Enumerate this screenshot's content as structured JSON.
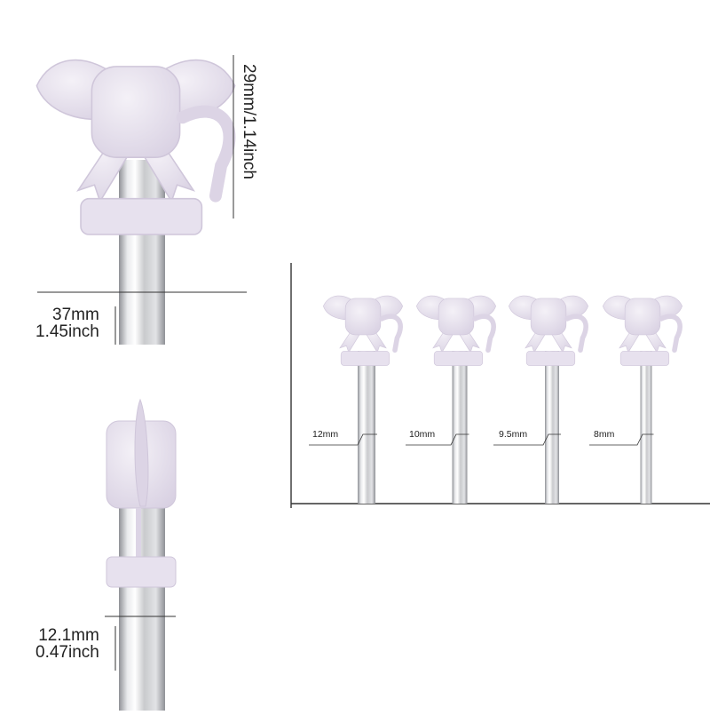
{
  "colors": {
    "silicone": "#e5dfec",
    "silicone_shade": "#d2cadd",
    "silicone_highlight": "#f2eff6",
    "straw_glass": "#dcdde0",
    "straw_edge": "#9a9ca1",
    "straw_shine": "#ffffff",
    "dimension_line": "#333333",
    "text": "#222222"
  },
  "dimensions": {
    "height_label": "29mm/1.14inch",
    "width_mm": "37mm",
    "width_inch": "1.45inch",
    "ring_mm": "12.1mm",
    "ring_inch": "0.47inch"
  },
  "sizes": [
    {
      "label": "12mm"
    },
    {
      "label": "10mm"
    },
    {
      "label": "9.5mm"
    },
    {
      "label": "8mm"
    }
  ]
}
